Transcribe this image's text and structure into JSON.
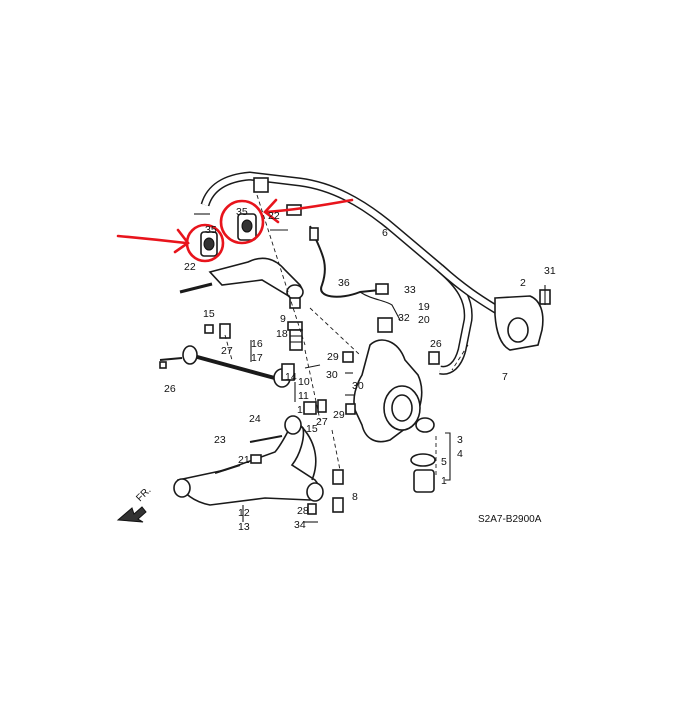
{
  "callouts": [
    {
      "id": "c35a",
      "label": "35"
    },
    {
      "id": "c35b",
      "label": "35"
    },
    {
      "id": "c22a",
      "label": "22"
    },
    {
      "id": "c22b",
      "label": "22"
    },
    {
      "id": "c6",
      "label": "6"
    },
    {
      "id": "c31",
      "label": "31"
    },
    {
      "id": "c2",
      "label": "2"
    },
    {
      "id": "c7",
      "label": "7"
    },
    {
      "id": "c36",
      "label": "36"
    },
    {
      "id": "c33",
      "label": "33"
    },
    {
      "id": "c19",
      "label": "19"
    },
    {
      "id": "c20",
      "label": "20"
    },
    {
      "id": "c32",
      "label": "32"
    },
    {
      "id": "c9",
      "label": "9"
    },
    {
      "id": "c18",
      "label": "18"
    },
    {
      "id": "c15a",
      "label": "15"
    },
    {
      "id": "c27a",
      "label": "27"
    },
    {
      "id": "c16",
      "label": "16"
    },
    {
      "id": "c17",
      "label": "17"
    },
    {
      "id": "c26a",
      "label": "26"
    },
    {
      "id": "c26b",
      "label": "26"
    },
    {
      "id": "c29a",
      "label": "29"
    },
    {
      "id": "c30a",
      "label": "30"
    },
    {
      "id": "c30b",
      "label": "30"
    },
    {
      "id": "c29b",
      "label": "29"
    },
    {
      "id": "c14",
      "label": "14"
    },
    {
      "id": "c10",
      "label": "10"
    },
    {
      "id": "c11",
      "label": "11"
    },
    {
      "id": "c1",
      "label": "1"
    },
    {
      "id": "c24",
      "label": "24"
    },
    {
      "id": "c15b",
      "label": "15"
    },
    {
      "id": "c27b",
      "label": "27"
    },
    {
      "id": "c23",
      "label": "23"
    },
    {
      "id": "c21",
      "label": "21"
    },
    {
      "id": "c3",
      "label": "3"
    },
    {
      "id": "c4",
      "label": "4"
    },
    {
      "id": "c5",
      "label": "5"
    },
    {
      "id": "c1b",
      "label": "1"
    },
    {
      "id": "c8",
      "label": "8"
    },
    {
      "id": "c12",
      "label": "12"
    },
    {
      "id": "c13",
      "label": "13"
    },
    {
      "id": "c28",
      "label": "28"
    },
    {
      "id": "c34",
      "label": "34"
    }
  ],
  "front_marker": "FR.",
  "diagram_code": "S2A7-B2900A",
  "colors": {
    "ink": "#1a1a1a",
    "annotation": "#e8141c",
    "background": "#ffffff"
  }
}
